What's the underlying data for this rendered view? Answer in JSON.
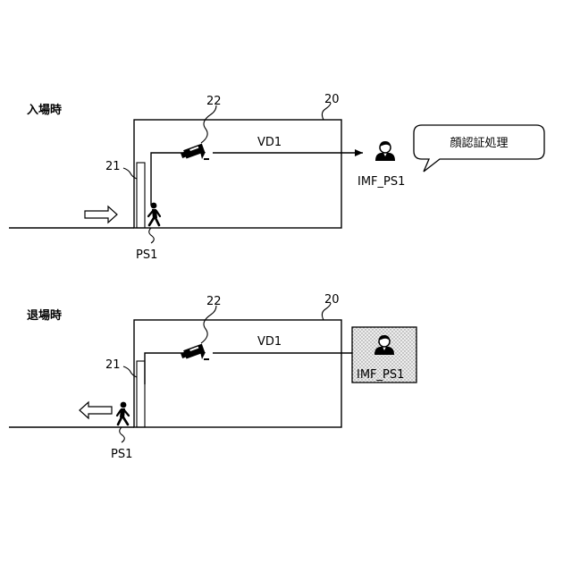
{
  "entry": {
    "header": "入場時",
    "ref_room": "20",
    "ref_camera": "22",
    "ref_gate": "21",
    "video_label": "VD1",
    "person_label": "PS1",
    "face_image_label": "IMF_PS1",
    "speech_text": "顔認証処理"
  },
  "exit": {
    "header": "退場時",
    "ref_room": "20",
    "ref_camera": "22",
    "ref_gate": "21",
    "video_label": "VD1",
    "person_label": "PS1",
    "face_image_label": "IMF_PS1"
  }
}
